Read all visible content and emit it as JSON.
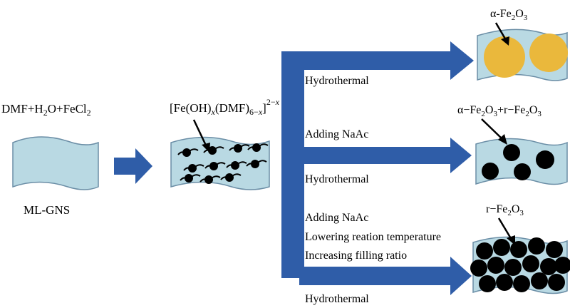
{
  "reagents": {
    "main": "DMF+H",
    "sub1": "2",
    "mid": "O+FeCl",
    "sub2": "2"
  },
  "substrate_label": "ML-GNS",
  "complex": {
    "p1": "[Fe(OH)",
    "x1": "x",
    "p2": "(DMF)",
    "sub": "6−",
    "x2": "x",
    "p3": "]",
    "sup": "2−",
    "x3": "x"
  },
  "conditions": {
    "hydro1": "Hydrothermal",
    "naac1": "Adding NaAc",
    "hydro2": "Hydrothermal",
    "naac2": "Adding NaAc",
    "lower_temp": "Lowering reation temperature",
    "fill_ratio": "Increasing filling ratio",
    "hydro3": "Hydrothermal"
  },
  "products": {
    "p1": {
      "a": "α-Fe",
      "s1": "2",
      "b": "O",
      "s2": "3"
    },
    "p2": {
      "a": "α−Fe",
      "s1": "2",
      "b": "O",
      "s2": "3",
      "c": "+r−Fe",
      "s3": "2",
      "d": "O",
      "s4": "3"
    },
    "p3": {
      "a": "r−Fe",
      "s1": "2",
      "b": "O",
      "s2": "3"
    }
  },
  "colors": {
    "arrow_blue": "#2f5da8",
    "sheet_fill": "#b9d9e3",
    "sheet_stroke": "#6b8ea6",
    "alpha_particle": "#eab83c",
    "gamma_particle": "#000000"
  }
}
